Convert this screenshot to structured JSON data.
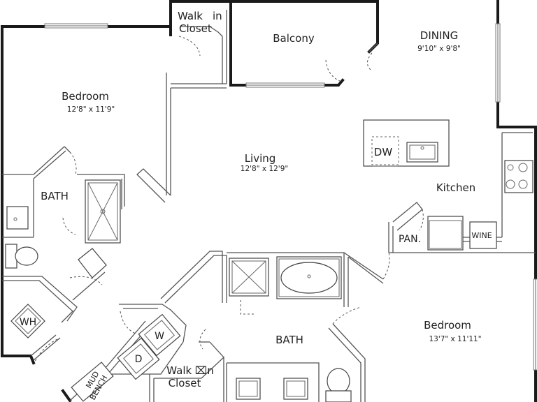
{
  "rooms": {
    "walk_in_closet_top": {
      "line1": "Walk",
      "line2": "in",
      "line3": "Closet"
    },
    "balcony": {
      "label": "Balcony"
    },
    "dining": {
      "label": "DINING",
      "dims": "9'10\" x 9'8\""
    },
    "bedroom_1": {
      "label": "Bedroom",
      "dims": "12'8\" x 11'9\""
    },
    "living": {
      "label": "Living",
      "dims": "12'8\" x 12'9\""
    },
    "kitchen": {
      "label": "Kitchen"
    },
    "bath_1": {
      "label": "BATH"
    },
    "bath_2": {
      "label": "BATH"
    },
    "bedroom_2": {
      "label": "Bedroom",
      "dims": "13'7\" x 11'11\""
    },
    "walk_in_closet_bottom": {
      "line1": "Walk ⌧n",
      "line2": "Closet"
    }
  },
  "fixtures": {
    "dw": "DW",
    "pan": "PAN.",
    "wine": "WINE",
    "wh": "WH",
    "washer": "W",
    "dryer": "D",
    "mud_bench_1": "MUD",
    "mud_bench_2": "BENCH"
  }
}
